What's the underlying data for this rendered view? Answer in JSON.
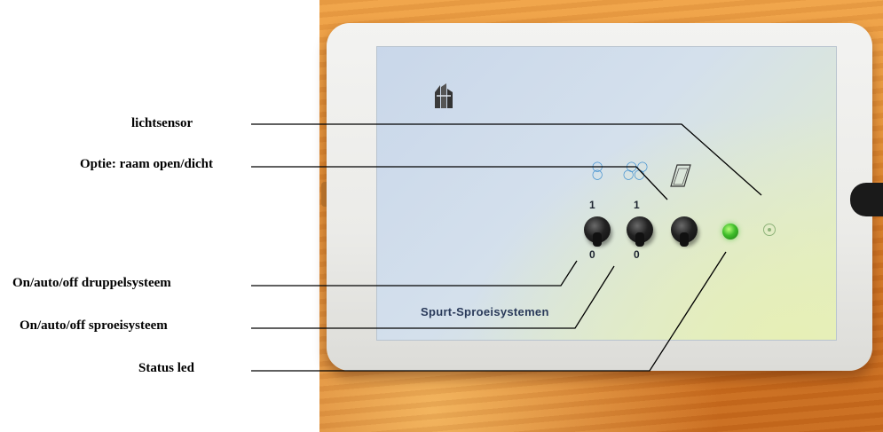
{
  "labels": {
    "lichtsensor": "lichtsensor",
    "raam": "Optie: raam open/dicht",
    "druppel": "On/auto/off druppelsysteem",
    "sproei": "On/auto/off sproeisysteem",
    "status": "Status led"
  },
  "panel": {
    "brand": "Spurt-Sproeisystemen",
    "switch1_top": "1",
    "switch1_bottom": "0",
    "switch2_top": "1",
    "switch2_bottom": "0"
  },
  "icons": {
    "logo": "spurt-logo-icon",
    "drop_single": "water-drop-icon",
    "drop_double": "water-drops-icon",
    "window": "window-icon",
    "sensor": "light-sensor-icon"
  },
  "colors": {
    "led": "#3fbd2a",
    "brand_text": "#2a3a5a",
    "drop": "#3f8fcf",
    "wood": "#e48f34"
  }
}
